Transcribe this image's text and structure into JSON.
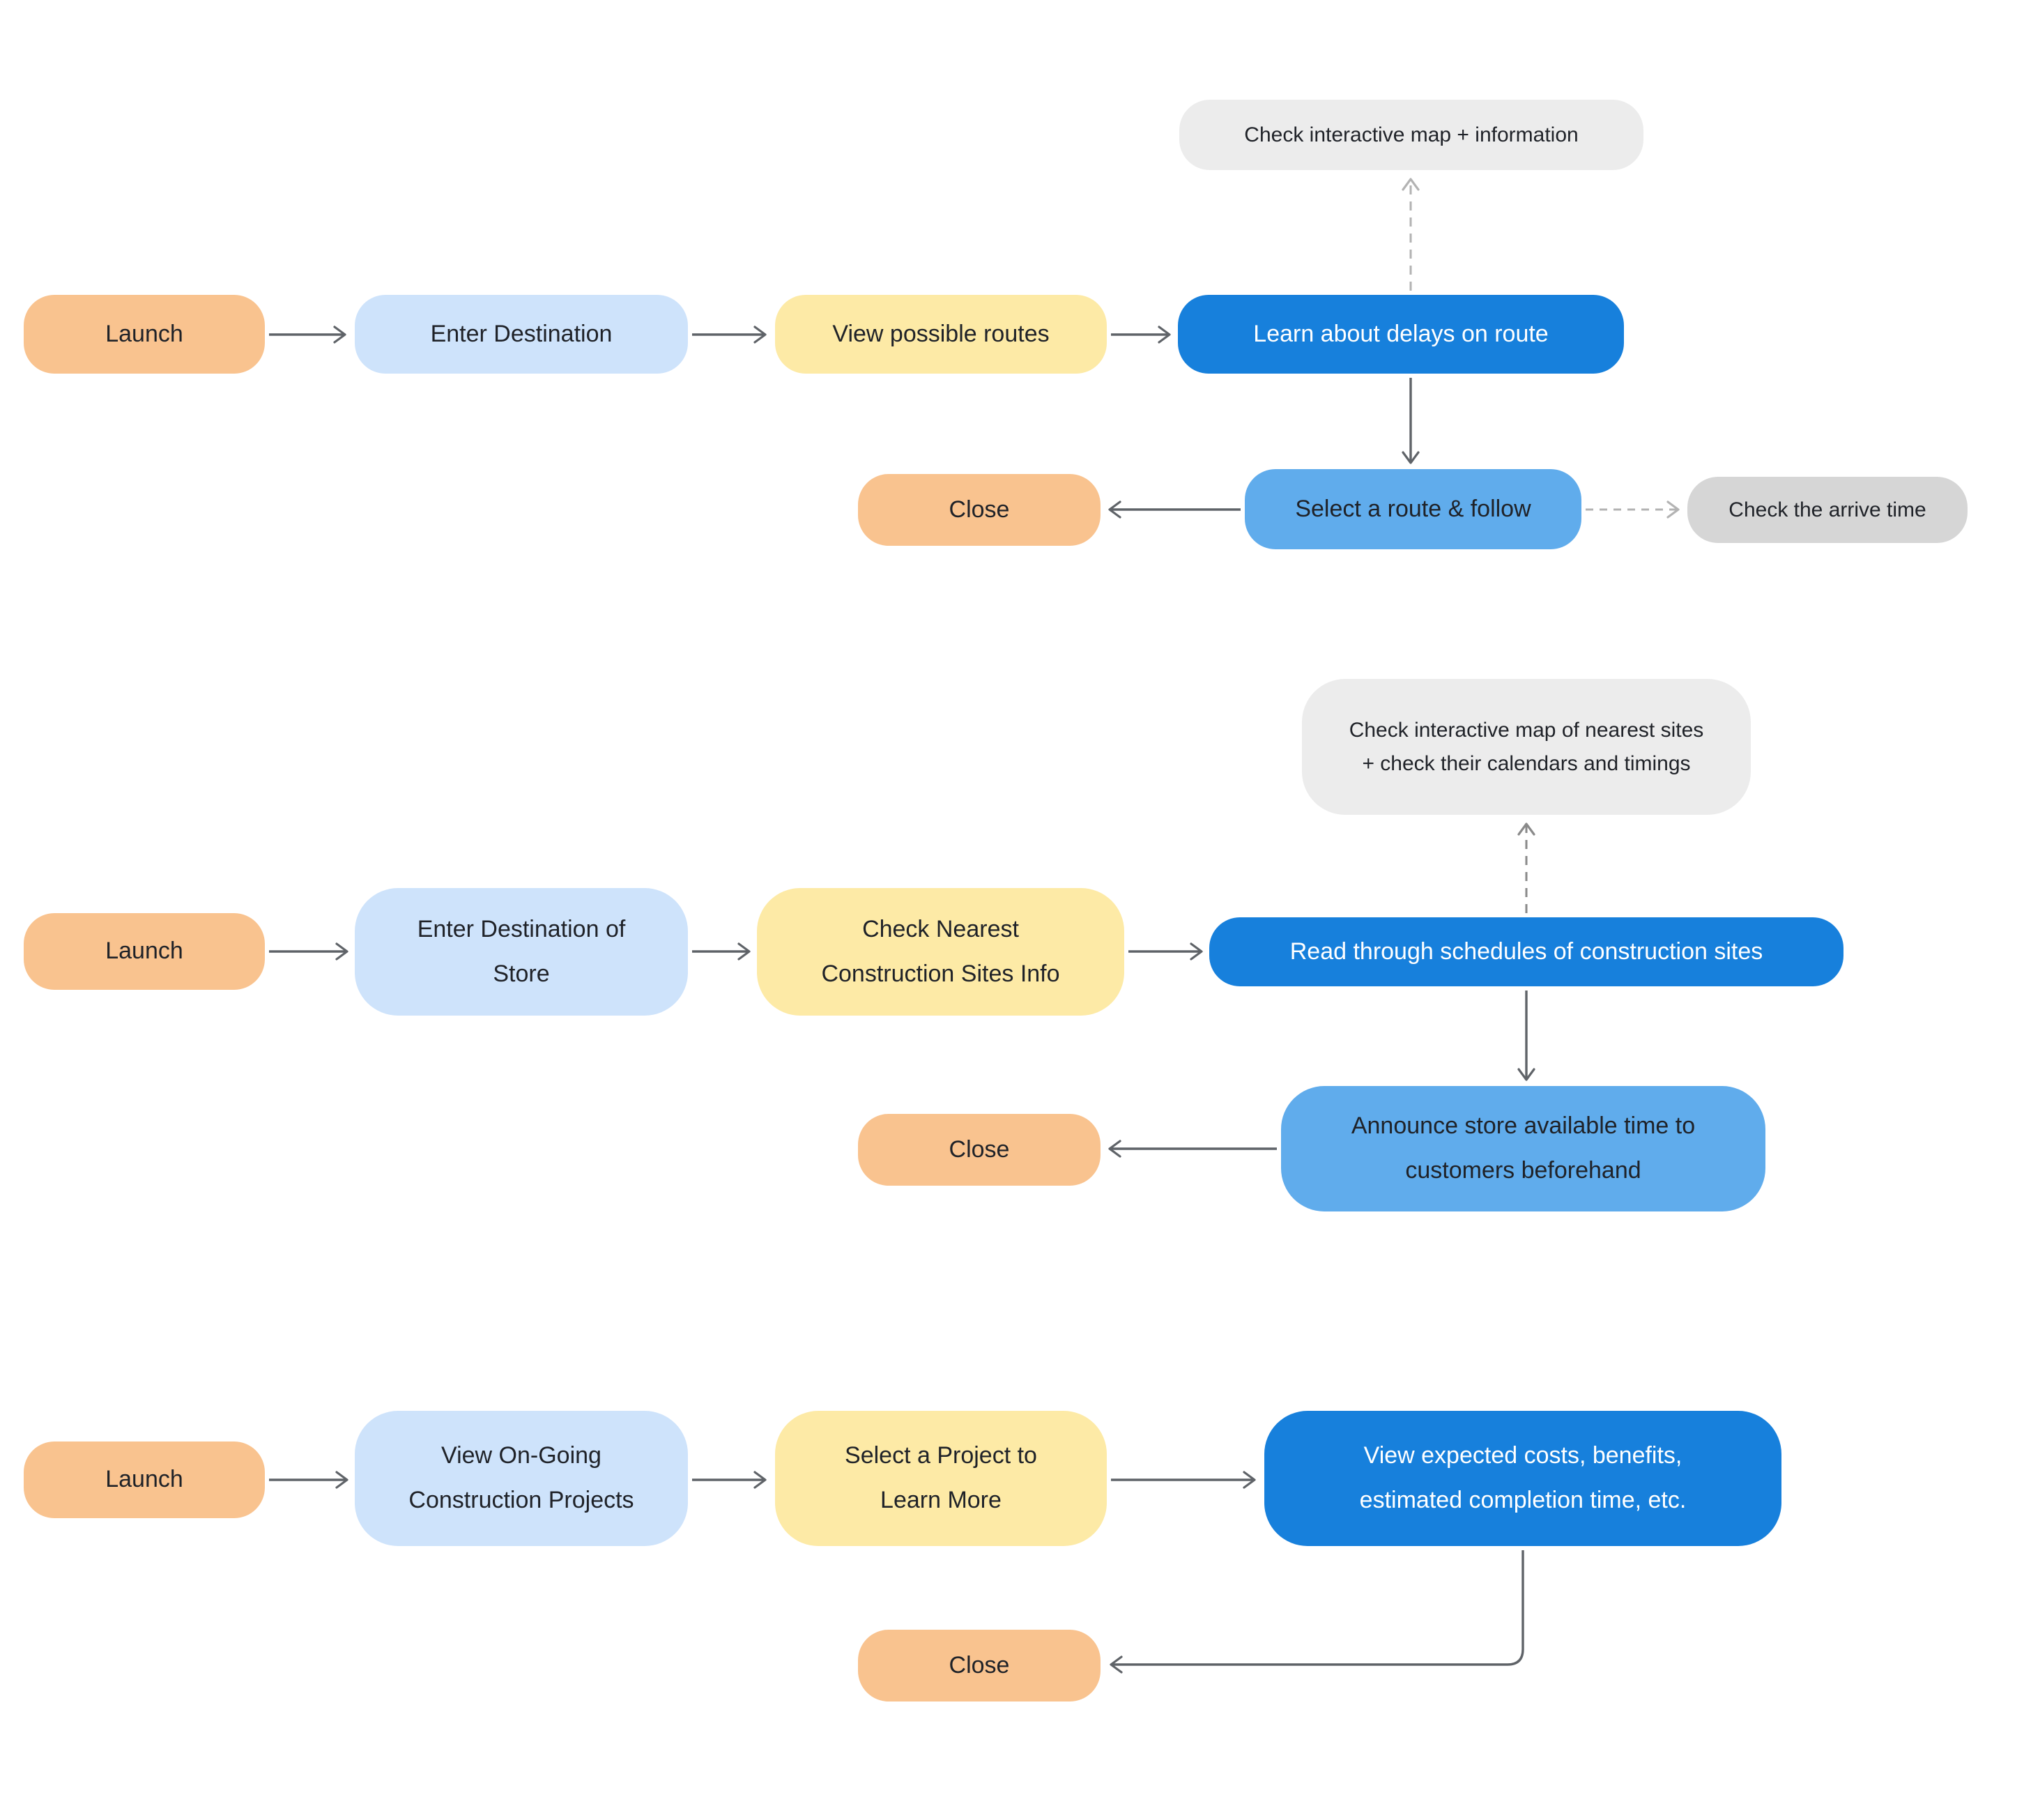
{
  "palette": {
    "orange": "#F9C38F",
    "light_blue": "#CEE3FB",
    "yellow": "#FDEAA6",
    "dark_blue": "#1780DC",
    "medium_blue": "#60ACEC",
    "note_gray": "#ECECEC",
    "gray": "#D6D6D6",
    "ink": "#1F2228",
    "arrow_dark": "#5F6368",
    "dash_light": "#B3B3B3",
    "dash_medium": "#8A8A8A"
  },
  "nodes": {
    "f1": {
      "launch": "Launch",
      "enter": "Enter Destination",
      "view": "View possible routes",
      "learn": "Learn about delays on route",
      "note": "Check interactive map + information",
      "select": "Select a route & follow",
      "close": "Close",
      "arrive": "Check the arrive time"
    },
    "f2": {
      "launch": "Launch",
      "enter": "Enter Destination of\nStore",
      "check": "Check Nearest\nConstruction Sites Info",
      "read": "Read through schedules of construction sites",
      "note": "Check interactive map of nearest sites\n+ check their calendars and timings",
      "announce": "Announce store available time to\ncustomers beforehand",
      "close": "Close"
    },
    "f3": {
      "launch": "Launch",
      "view": "View On-Going\nConstruction Projects",
      "select": "Select a Project to\nLearn More",
      "costs": "View expected costs, benefits,\nestimated completion time, etc.",
      "close": "Close"
    }
  },
  "edges": [
    {
      "flow": 1,
      "from": "Launch",
      "to": "Enter Destination",
      "style": "solid"
    },
    {
      "flow": 1,
      "from": "Enter Destination",
      "to": "View possible routes",
      "style": "solid"
    },
    {
      "flow": 1,
      "from": "View possible routes",
      "to": "Learn about delays on route",
      "style": "solid"
    },
    {
      "flow": 1,
      "from": "Learn about delays on route",
      "to": "Check interactive map + information",
      "style": "dashed"
    },
    {
      "flow": 1,
      "from": "Learn about delays on route",
      "to": "Select a route & follow",
      "style": "solid"
    },
    {
      "flow": 1,
      "from": "Select a route & follow",
      "to": "Close",
      "style": "solid"
    },
    {
      "flow": 1,
      "from": "Select a route & follow",
      "to": "Check the arrive time",
      "style": "dashed"
    },
    {
      "flow": 2,
      "from": "Launch",
      "to": "Enter Destination of Store",
      "style": "solid"
    },
    {
      "flow": 2,
      "from": "Enter Destination of Store",
      "to": "Check Nearest Construction Sites Info",
      "style": "solid"
    },
    {
      "flow": 2,
      "from": "Check Nearest Construction Sites Info",
      "to": "Read through schedules of construction sites",
      "style": "solid"
    },
    {
      "flow": 2,
      "from": "Read through schedules of construction sites",
      "to": "Check interactive map of nearest sites + check their calendars and timings",
      "style": "dashed"
    },
    {
      "flow": 2,
      "from": "Read through schedules of construction sites",
      "to": "Announce store available time to customers beforehand",
      "style": "solid"
    },
    {
      "flow": 2,
      "from": "Announce store available time to customers beforehand",
      "to": "Close",
      "style": "solid"
    },
    {
      "flow": 3,
      "from": "Launch",
      "to": "View On-Going Construction Projects",
      "style": "solid"
    },
    {
      "flow": 3,
      "from": "View On-Going Construction Projects",
      "to": "Select a Project to Learn More",
      "style": "solid"
    },
    {
      "flow": 3,
      "from": "Select a Project to Learn More",
      "to": "View expected costs, benefits, estimated completion time, etc.",
      "style": "solid"
    },
    {
      "flow": 3,
      "from": "View expected costs, benefits, estimated completion time, etc.",
      "to": "Close",
      "style": "solid-elbow"
    }
  ]
}
